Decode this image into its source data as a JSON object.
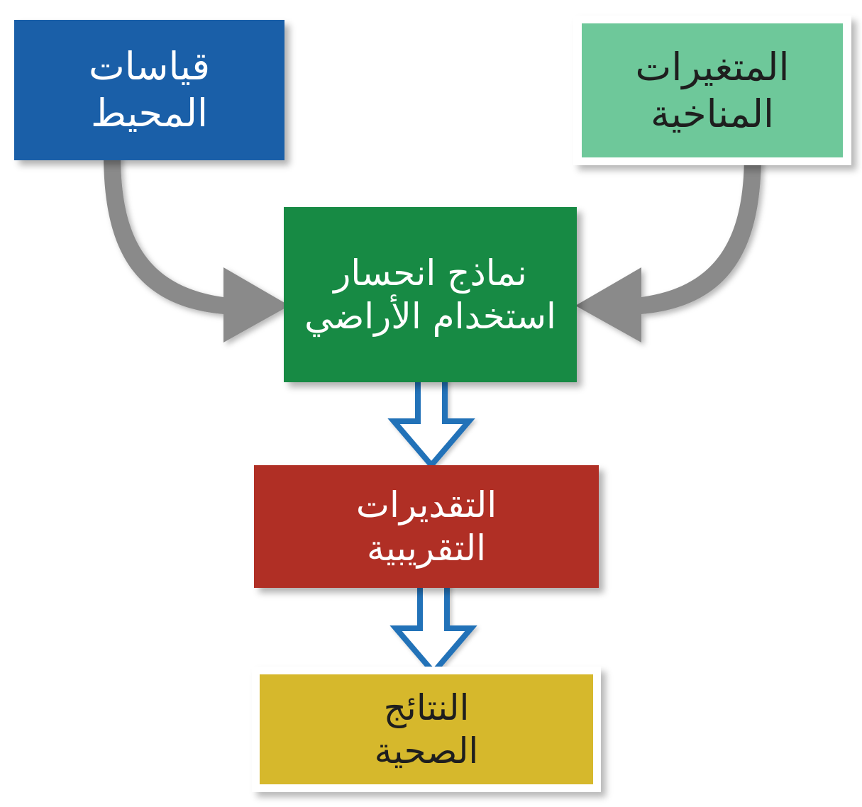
{
  "diagram": {
    "title": "نماذج انحسار استخدام الأراضي",
    "language": "ar",
    "direction": "rtl",
    "type": "flowchart",
    "background_color": "#ffffff",
    "nodes": [
      {
        "id": "environmental",
        "label": "قياسات\nالمحيط",
        "fill_color": "#1a5fa8",
        "text_color": "#ffffff",
        "shape": "rectangle"
      },
      {
        "id": "climate",
        "label": "المتغيرات\nالمناخية",
        "fill_color": "#6ec89a",
        "text_color": "#1e1e1e",
        "frame_color": "#ffffff",
        "shape": "rectangle"
      },
      {
        "id": "lur",
        "label": "نماذج انحسار\nاستخدام الأراضي",
        "fill_color": "#178a44",
        "text_color": "#ffffff",
        "shape": "rectangle"
      },
      {
        "id": "estimates",
        "label": "التقديرات\nالتقريبية",
        "fill_color": "#b02f25",
        "text_color": "#ffffff",
        "shape": "rectangle"
      },
      {
        "id": "health",
        "label": "النتائج\nالصحية",
        "fill_color": "#d6b82c",
        "text_color": "#1e1e1e",
        "frame_color": "#ffffff",
        "shape": "rectangle"
      }
    ],
    "connectors": [
      {
        "id": "env-to-lur",
        "from": "environmental",
        "to": "lur",
        "style": "curved-arrow",
        "color": "#8a8a8a"
      },
      {
        "id": "climate-to-lur",
        "from": "climate",
        "to": "lur",
        "style": "curved-arrow",
        "color": "#8a8a8a"
      },
      {
        "id": "lur-to-estimates",
        "from": "lur",
        "to": "estimates",
        "style": "block-arrow-down",
        "color": "#2272b8",
        "fill": "#ffffff"
      },
      {
        "id": "estimates-to-health",
        "from": "estimates",
        "to": "health",
        "style": "block-arrow-down",
        "color": "#2272b8",
        "fill": "#ffffff"
      }
    ]
  }
}
